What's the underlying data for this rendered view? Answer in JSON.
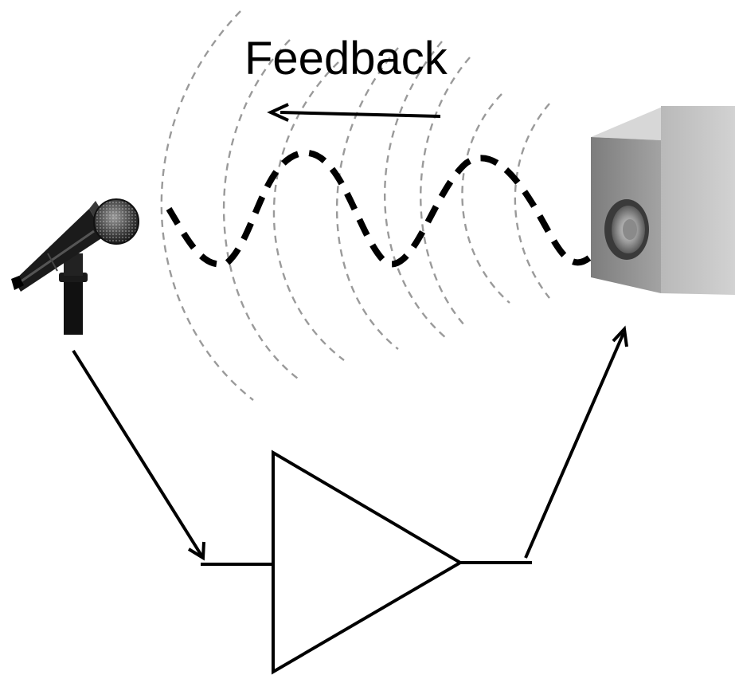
{
  "diagram": {
    "label": "Feedback",
    "nodes": [
      {
        "id": "microphone",
        "icon": "microphone-icon"
      },
      {
        "id": "amplifier",
        "icon": "amplifier-triangle-icon"
      },
      {
        "id": "speaker",
        "icon": "speaker-icon"
      }
    ],
    "edges": [
      {
        "from": "microphone",
        "to": "amplifier"
      },
      {
        "from": "amplifier",
        "to": "speaker"
      },
      {
        "from": "speaker",
        "to": "microphone",
        "kind": "acoustic-feedback"
      }
    ],
    "colors": {
      "ink": "#000000",
      "wave_rings": "#9a9a9a",
      "speaker_side": "#8f8f8f",
      "speaker_front": "#c4c4c4"
    }
  }
}
